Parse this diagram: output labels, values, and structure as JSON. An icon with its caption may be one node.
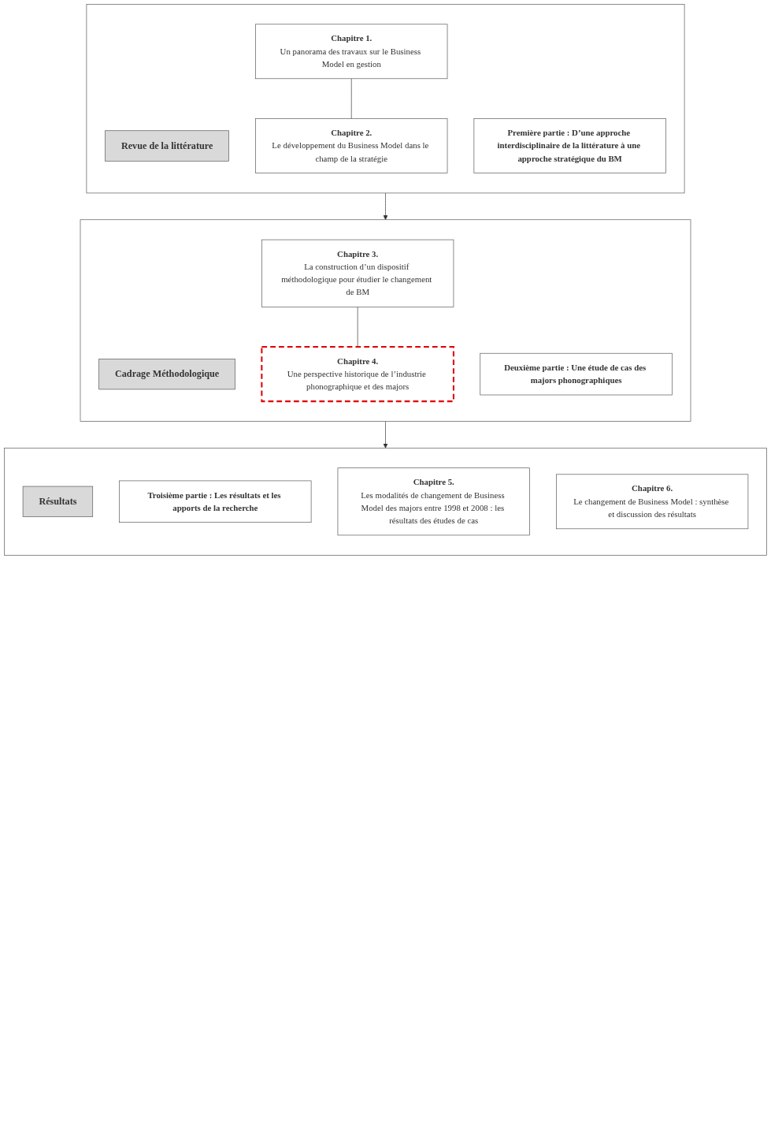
{
  "diagram": {
    "nodes": [
      {
        "text": [],
        "shape": "box"
      },
      {
        "text": [
          "Revue de la littérature"
        ],
        "in": 0
      },
      {
        "text": [
          "Première partie : D’une approche interdisciplinaire de la littérature à une approche stratégique du BM"
        ],
        "in": 0
      },
      {
        "text": [
          "Chapitre 1.",
          "Un panorama des travaux sur le Business Model en gestion"
        ],
        "in": 0
      },
      {
        "text": [
          "Chapitre 2.",
          "Le développement du Business Model dans le champ de la stratégie"
        ],
        "in": 0
      },
      {
        "text": [],
        "shape": "box"
      },
      {
        "text": [
          "Cadrage Méthodologique"
        ],
        "in": 5
      },
      {
        "text": [
          "Deuxième partie : Une étude de cas des majors phonographiques"
        ],
        "in": 5
      },
      {
        "text": [
          "Chapitre 3.",
          "La construction d’un dispositif méthodologique pour étudier le changement de BM"
        ],
        "in": 5
      },
      {
        "text": [
          "Chapitre 4.",
          "Une perspective historique de l’industrie phonographique et des majors"
        ],
        "in": 5
      },
      {
        "text": [],
        "shape": "box"
      },
      {
        "text": [
          "Résultats"
        ],
        "in": 10
      },
      {
        "text": [
          "Troisième partie : Les résultats et les apports de la recherche"
        ],
        "in": 10
      },
      {
        "text": [
          "Chapitre 5.",
          "Les modalités de changement de Business Model des majors entre 1998 et 2008 : les résultats des études de cas"
        ],
        "in": 10
      },
      {
        "text": [
          "Chapitre 6.",
          "Le changement de Business Model : synthèse et discussion des résultats"
        ],
        "in": 10
      }
    ],
    "edges": [
      {
        "from": 3,
        "to": 4,
        "arrow": "none"
      },
      {
        "from": 0,
        "to": 5,
        "arrow": "to"
      },
      {
        "from": 8,
        "to": 9,
        "arrow": "none"
      },
      {
        "from": 5,
        "to": 10,
        "arrow": "to"
      }
    ]
  }
}
